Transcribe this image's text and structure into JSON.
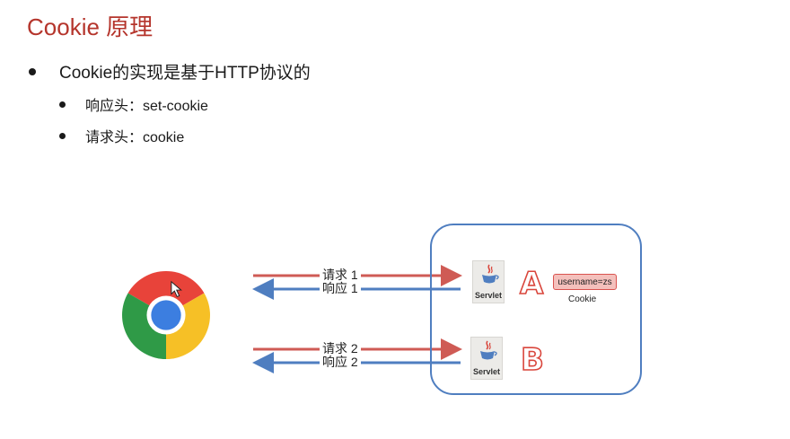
{
  "slide": {
    "title": "Cookie 原理",
    "bullets": [
      "Cookie的实现是基于HTTP协议的",
      "响应头：set-cookie",
      "请求头：cookie"
    ]
  },
  "diagram": {
    "arrows": [
      {
        "label": "请求 1"
      },
      {
        "label": "响应 1"
      },
      {
        "label": "请求 2"
      },
      {
        "label": "响应 2"
      }
    ],
    "servlets": [
      {
        "label": "Servlet",
        "letter": "A"
      },
      {
        "label": "Servlet",
        "letter": "B"
      }
    ],
    "cookie": {
      "value": "username=zs",
      "caption": "Cookie"
    },
    "colors": {
      "request": "#cf5b55",
      "response": "#4f7ec0",
      "box": "#4f7ec0",
      "accent": "#b5352c"
    },
    "icons": [
      "chrome-browser-icon",
      "java-cup-icon",
      "mouse-cursor-icon"
    ]
  }
}
